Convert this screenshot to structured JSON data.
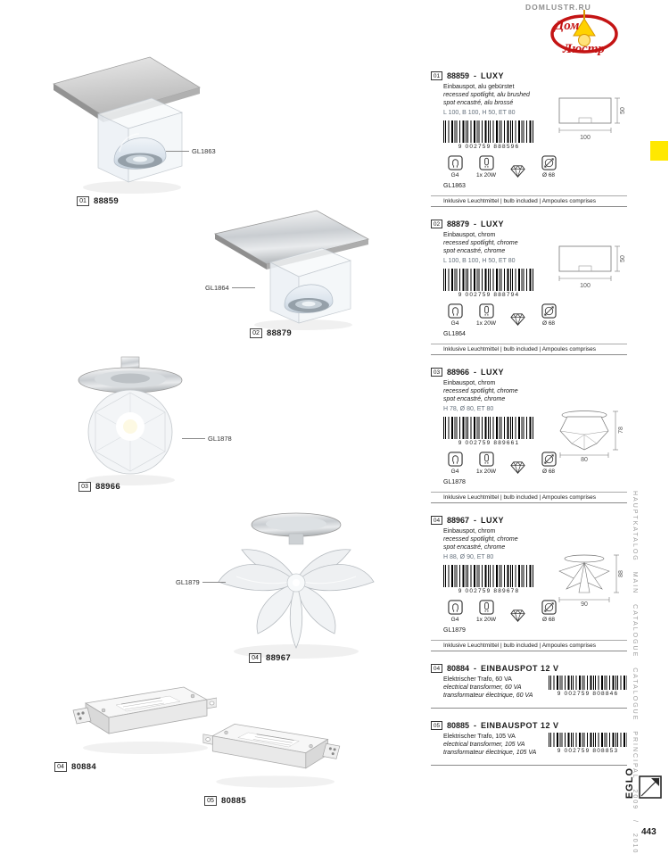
{
  "watermark": {
    "site": "DOMLUSTR.RU",
    "logo_top": "Дом",
    "logo_bottom": "Люстр"
  },
  "sidebar": {
    "vertical_text": "HAUPTKATALOG MAIN CATALOGUE CATALOGUE PRINCIPAL 2009 / 2010",
    "brand": "EGLO",
    "page_number": "443"
  },
  "sep": "-",
  "colors": {
    "logo_red": "#c41414",
    "lamp_yellow": "#ffd200",
    "side_tab_yellow": "#ffe800"
  },
  "photos": [
    {
      "index": "01",
      "sku": "88859",
      "callout": "GL1863"
    },
    {
      "index": "02",
      "sku": "88879",
      "callout": "GL1864"
    },
    {
      "index": "03",
      "sku": "88966",
      "callout": "GL1878"
    },
    {
      "index": "04",
      "sku": "88967",
      "callout": "GL1879"
    },
    {
      "index": "04",
      "sku": "80884"
    },
    {
      "index": "05",
      "sku": "80885"
    }
  ],
  "products": [
    {
      "index": "01",
      "sku": "88859",
      "name": "LUXY",
      "desc_de": "Einbauspot, alu gebürstet",
      "desc_en": "recessed spotlight, alu brushed",
      "desc_fr": "spot encastré, alu brossé",
      "dims": "L 100, B 100, H 50, ET 80",
      "barcode": "9 002759 888596",
      "draw_w": "100",
      "draw_h": "50",
      "socket": "G4",
      "watt": "1x 20W",
      "cutout": "Ø 68",
      "glass": "GL1863",
      "note": "Inklusive Leuchtmittel | bulb included | Ampoules comprises"
    },
    {
      "index": "02",
      "sku": "88879",
      "name": "LUXY",
      "desc_de": "Einbauspot, chrom",
      "desc_en": "recessed spotlight, chrome",
      "desc_fr": "spot encastré, chrome",
      "dims": "L 100, B 100, H 50, ET 80",
      "barcode": "9 002759 888794",
      "draw_w": "100",
      "draw_h": "50",
      "socket": "G4",
      "watt": "1x 20W",
      "cutout": "Ø 68",
      "glass": "GL1864",
      "note": "Inklusive Leuchtmittel | bulb included | Ampoules comprises"
    },
    {
      "index": "03",
      "sku": "88966",
      "name": "LUXY",
      "desc_de": "Einbauspot, chrom",
      "desc_en": "recessed spotlight, chrome",
      "desc_fr": "spot encastré, chrome",
      "dims": "H 78, Ø 80, ET 80",
      "barcode": "9 002759 889661",
      "draw_w": "80",
      "draw_h": "78",
      "socket": "G4",
      "watt": "1x 20W",
      "cutout": "Ø 68",
      "glass": "GL1878",
      "note": "Inklusive Leuchtmittel | bulb included | Ampoules comprises"
    },
    {
      "index": "04",
      "sku": "88967",
      "name": "LUXY",
      "desc_de": "Einbauspot, chrom",
      "desc_en": "recessed spotlight, chrome",
      "desc_fr": "spot encastré, chrome",
      "dims": "H 88, Ø 90, ET 80",
      "barcode": "9 002759 889678",
      "draw_w": "90",
      "draw_h": "88",
      "socket": "G4",
      "watt": "1x 20W",
      "cutout": "Ø 68",
      "glass": "GL1879",
      "note": "Inklusive Leuchtmittel | bulb included | Ampoules comprises"
    },
    {
      "index": "04",
      "sku": "80884",
      "name": "EINBAUSPOT 12 V",
      "desc_de": "Elektrischer Trafo, 60 VA",
      "desc_en": "electrical transformer, 60 VA",
      "desc_fr": "transformateur électrique, 60 VA",
      "barcode": "9 002759 808846"
    },
    {
      "index": "05",
      "sku": "80885",
      "name": "EINBAUSPOT 12 V",
      "desc_de": "Elektrischer Trafo, 105 VA",
      "desc_en": "electrical transformer, 105 VA",
      "desc_fr": "transformateur électrique, 105 VA",
      "barcode": "9 002759 808853"
    }
  ]
}
